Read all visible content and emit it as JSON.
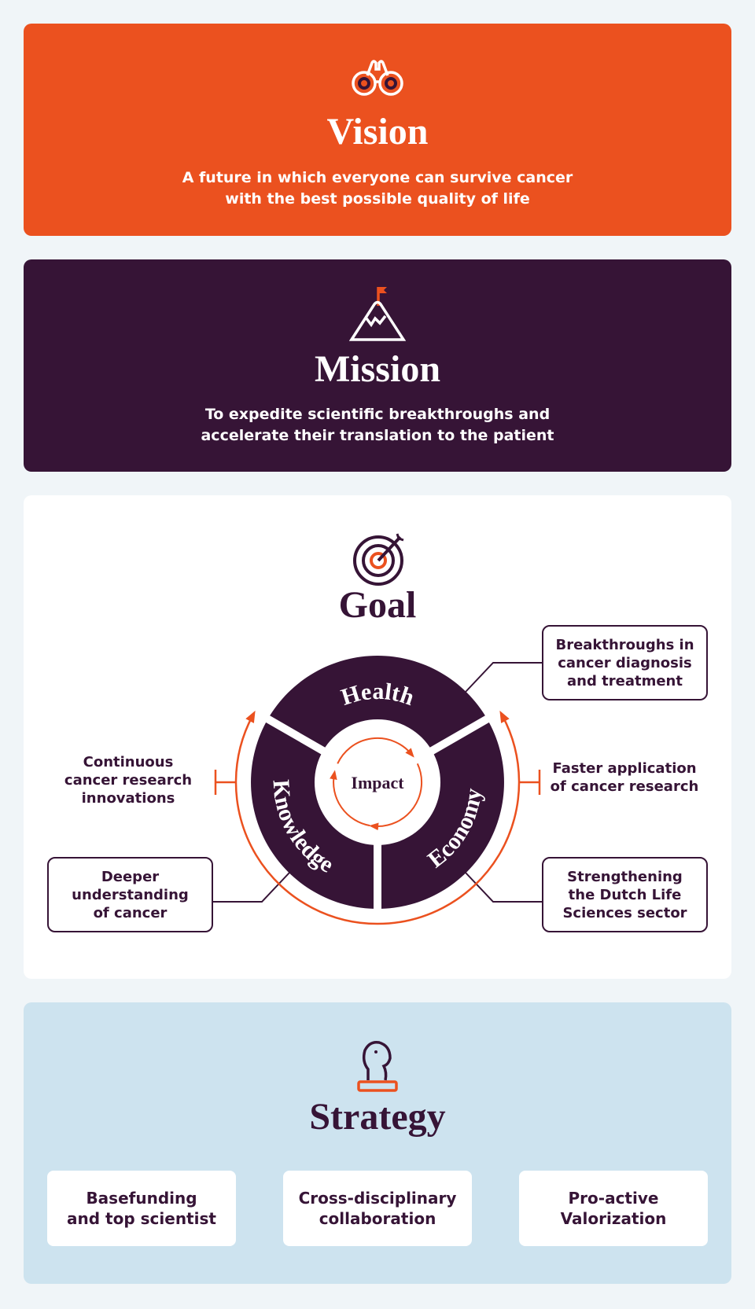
{
  "vision": {
    "title": "Vision",
    "line1": "A future in which everyone can survive cancer",
    "line2": "with the best possible quality of life",
    "icon": "binoculars-icon"
  },
  "mission": {
    "title": "Mission",
    "line1": "To expedite scientific breakthroughs and",
    "line2": "accelerate their translation to the patient",
    "icon": "mountain-flag-icon"
  },
  "goal": {
    "title": "Goal",
    "icon": "target-icon",
    "segments": {
      "health": "Health",
      "economy": "Economy",
      "knowledge": "Knowledge"
    },
    "center": "Impact",
    "health_box": [
      "Breakthroughs in",
      "cancer diagnosis",
      "and treatment"
    ],
    "economy_text": [
      "Faster application",
      "of cancer research"
    ],
    "economy_box": [
      "Strengthening",
      "the Dutch Life",
      "Sciences sector"
    ],
    "knowledge_text": [
      "Continuous",
      "cancer research",
      "innovations"
    ],
    "knowledge_box": [
      "Deeper",
      "understanding",
      "of cancer"
    ]
  },
  "strategy": {
    "title": "Strategy",
    "icon": "chess-knight-icon",
    "items": [
      [
        "Basefunding",
        "and top scientist"
      ],
      [
        "Cross-disciplinary",
        "collaboration"
      ],
      [
        "Pro-active",
        "Valorization"
      ]
    ]
  },
  "colors": {
    "orange": "#EB511F",
    "purple": "#361436",
    "background": "#F0F5F8",
    "strategy_bg": "#CDE3EF"
  }
}
